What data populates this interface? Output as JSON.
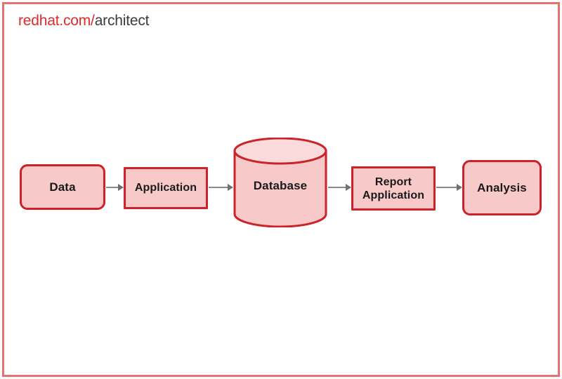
{
  "brand": {
    "primary": "redhat.com/",
    "secondary": "architect"
  },
  "colors": {
    "page_border": "#e8706e",
    "node_fill": "#f7c9c9",
    "node_border": "#cc2229",
    "brand_red": "#e02b2b",
    "brand_dark": "#3c3c3c",
    "arrow": "#8a8a8a",
    "text": "#1a1a1a"
  },
  "diagram": {
    "type": "flow",
    "nodes": [
      {
        "id": "data",
        "label": "Data",
        "shape": "rounded-rectangle"
      },
      {
        "id": "application",
        "label": "Application",
        "shape": "rectangle"
      },
      {
        "id": "database",
        "label": "Database",
        "shape": "cylinder"
      },
      {
        "id": "report",
        "label": "Report\nApplication",
        "label_line1": "Report",
        "label_line2": "Application",
        "shape": "rectangle"
      },
      {
        "id": "analysis",
        "label": "Analysis",
        "shape": "rounded-rectangle"
      }
    ],
    "edges": [
      {
        "from": "data",
        "to": "application",
        "direction": "right"
      },
      {
        "from": "application",
        "to": "database",
        "direction": "right"
      },
      {
        "from": "database",
        "to": "report",
        "direction": "right"
      },
      {
        "from": "report",
        "to": "analysis",
        "direction": "right"
      }
    ]
  }
}
